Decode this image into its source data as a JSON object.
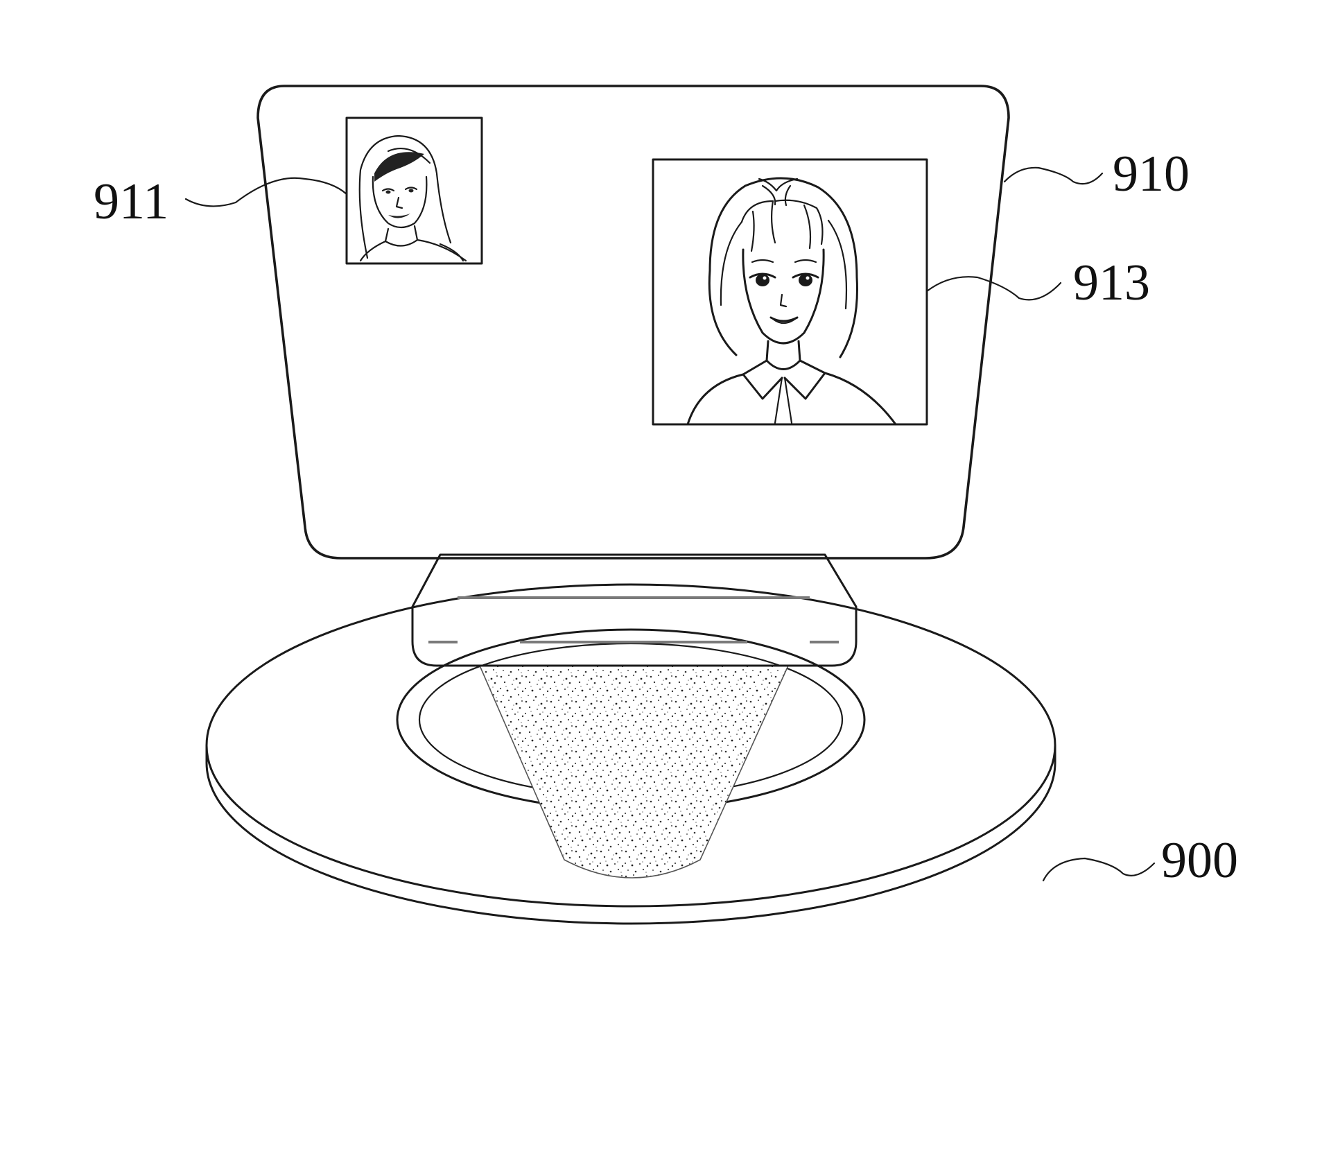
{
  "figure": {
    "labels": {
      "base": "900",
      "display": "910",
      "small_image": "911",
      "large_image": "913"
    }
  }
}
